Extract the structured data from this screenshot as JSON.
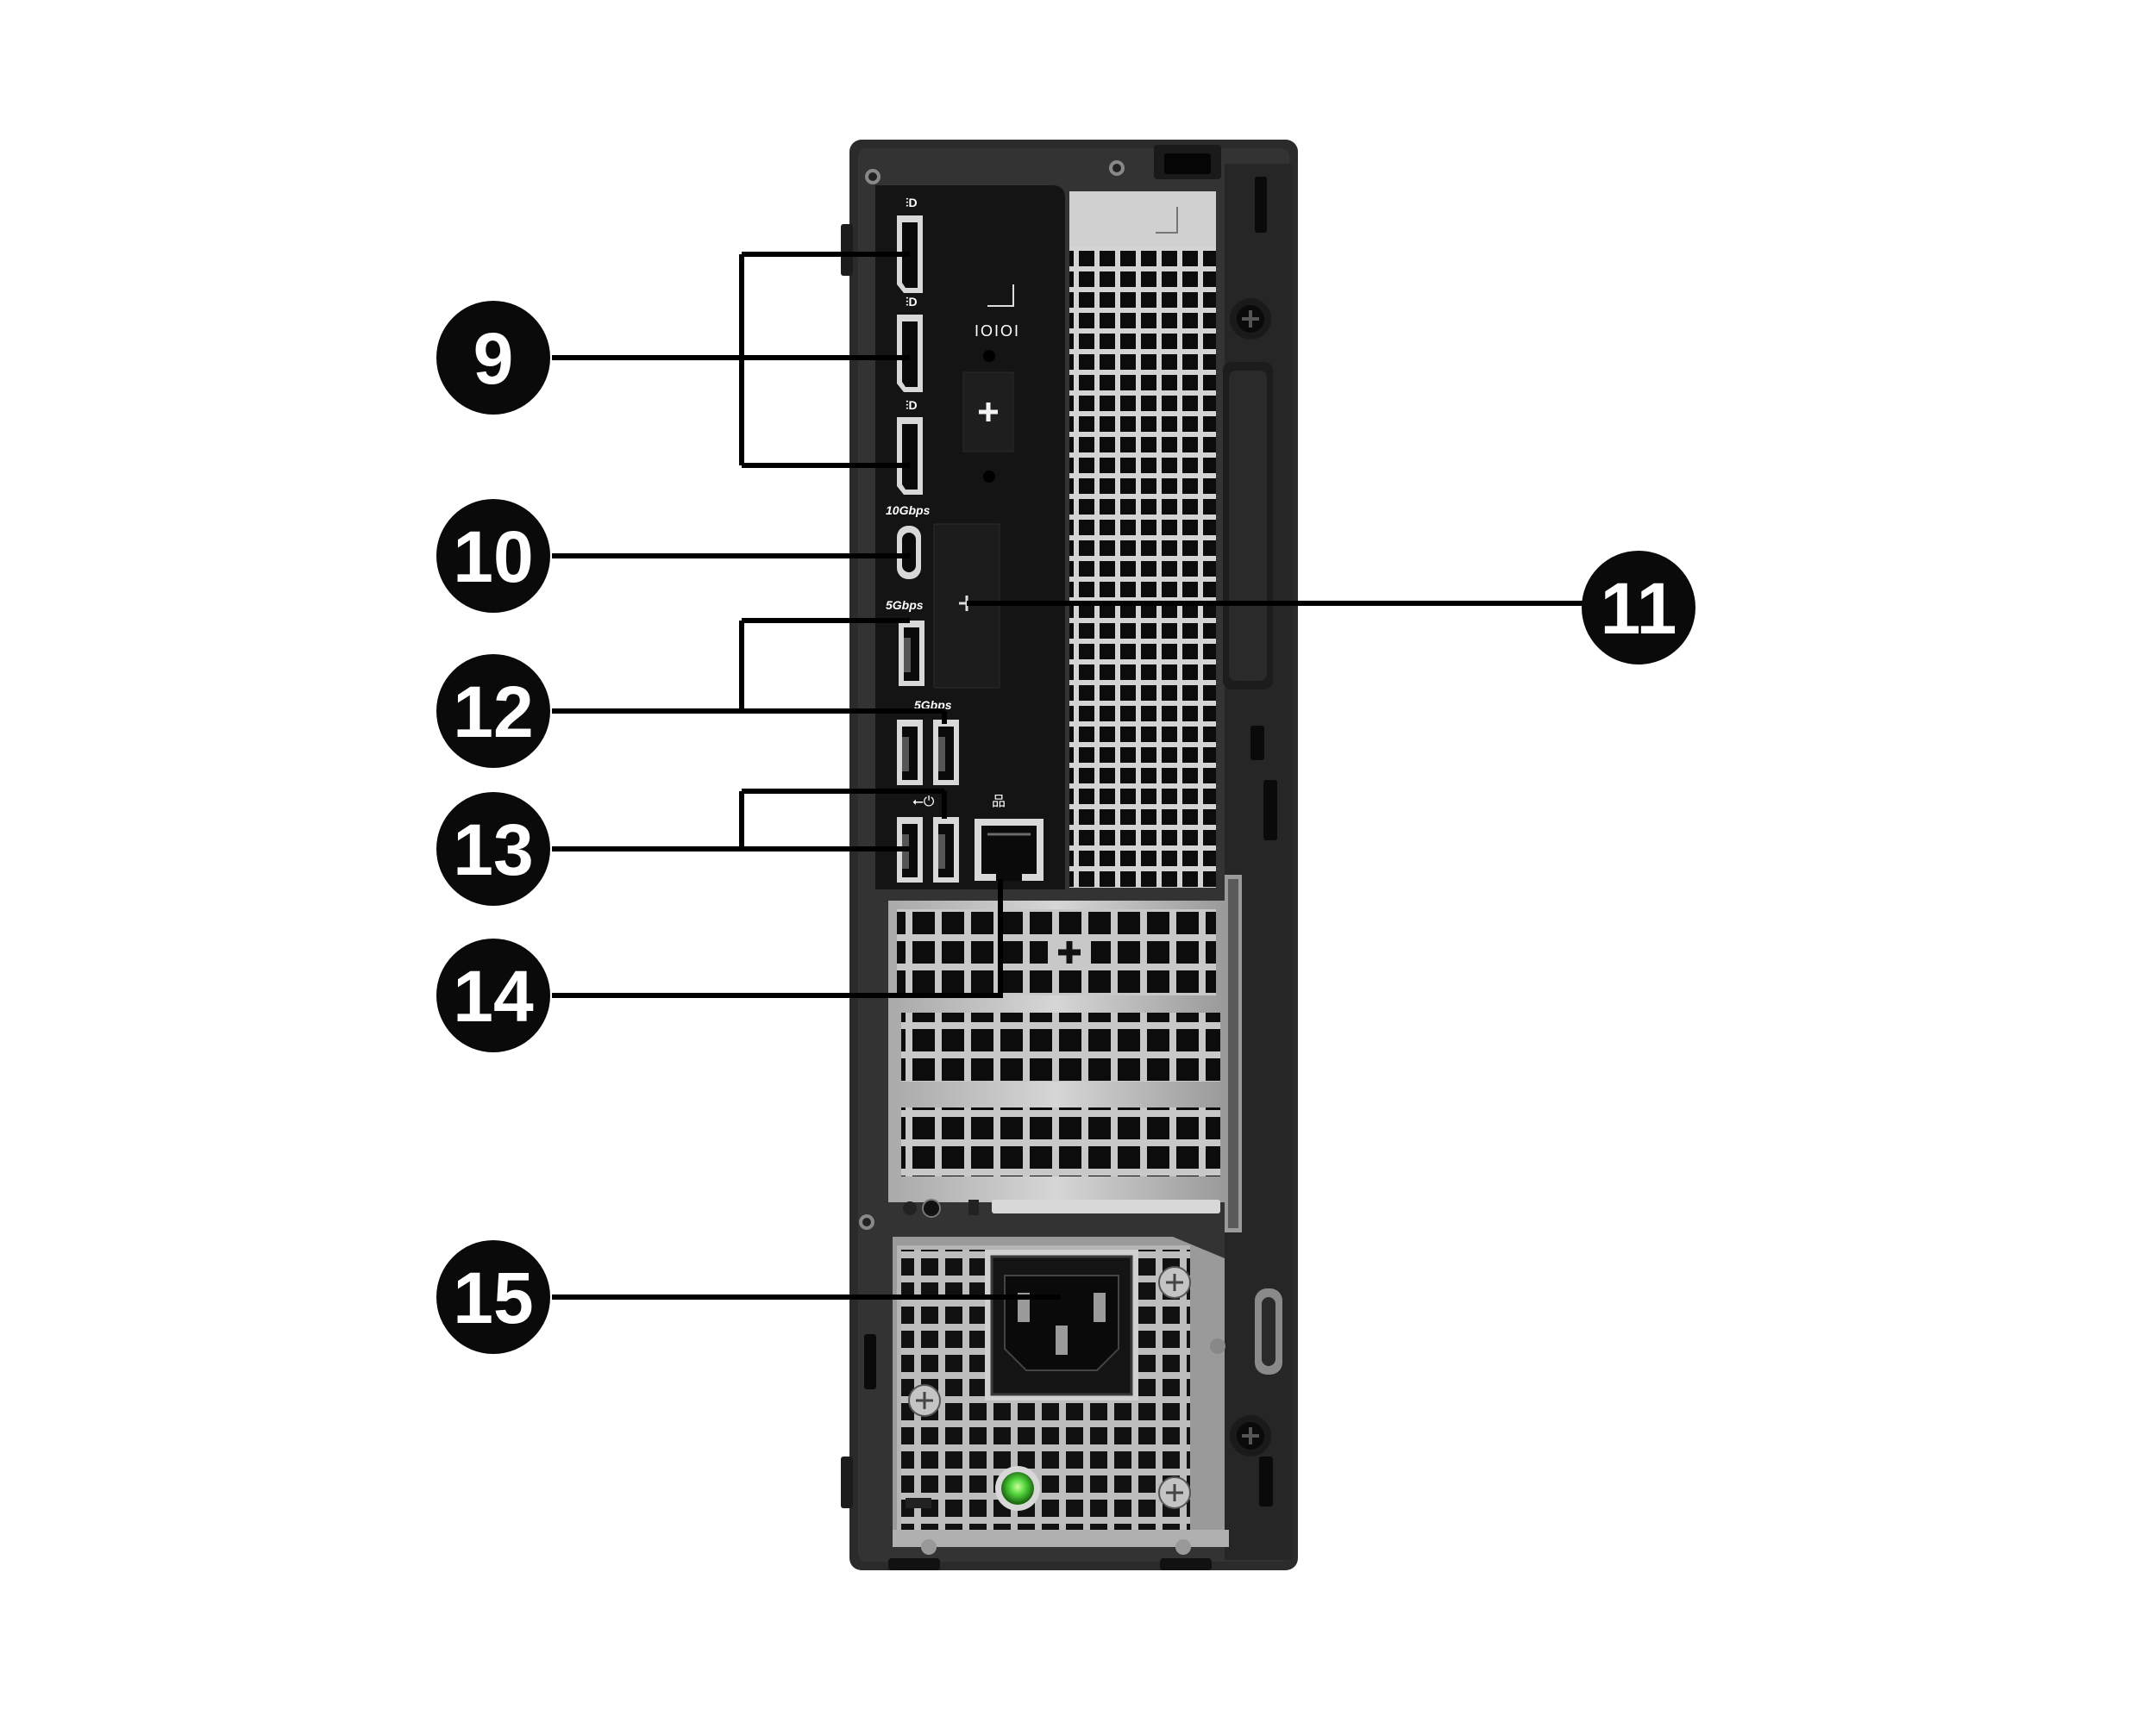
{
  "callouts": [
    {
      "id": "9",
      "label": "9"
    },
    {
      "id": "10",
      "label": "10"
    },
    {
      "id": "11",
      "label": "11"
    },
    {
      "id": "12",
      "label": "12"
    },
    {
      "id": "13",
      "label": "13"
    },
    {
      "id": "14",
      "label": "14"
    },
    {
      "id": "15",
      "label": "15"
    }
  ],
  "port_labels": {
    "usb_c_speed": "10Gbps",
    "usb_a_speed_1": "5Gbps",
    "usb_a_speed_2": "5Gbps",
    "serial": "IOIOI"
  },
  "icons": {
    "displayport": "displayport-icon",
    "usb": "usb-icon",
    "power_usb": "usb-power-icon",
    "ethernet": "ethernet-icon",
    "power_led": "power-led-icon",
    "ground": "ground-icon"
  },
  "colors": {
    "callout_fill": "#0a0a0a",
    "chassis": "#2e2e2e",
    "io_panel": "#161616",
    "metal": "#b8b8b8",
    "power_led": "#4fd23a"
  }
}
